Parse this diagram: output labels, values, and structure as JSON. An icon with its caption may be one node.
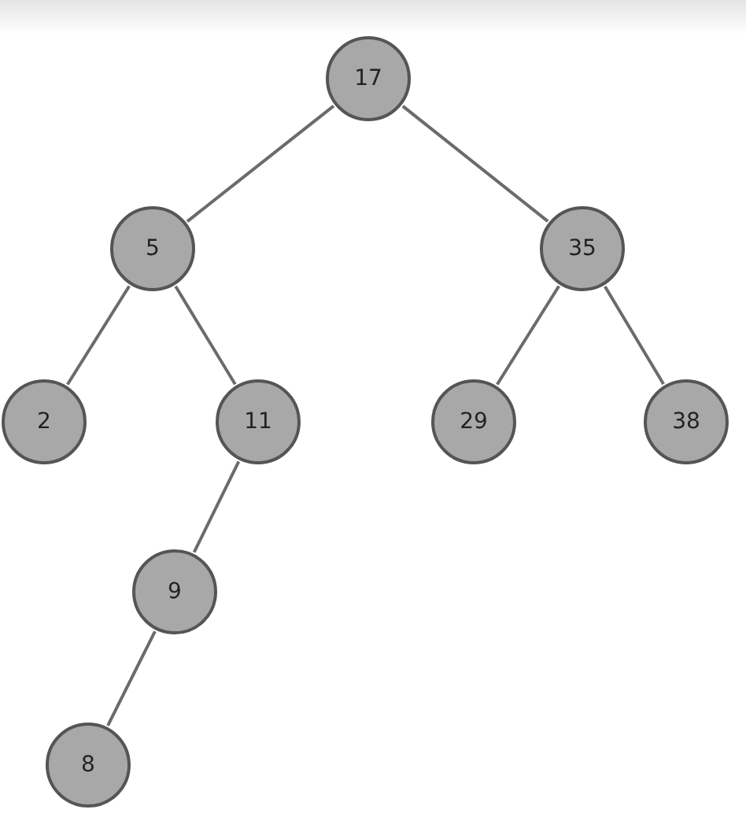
{
  "diagram": {
    "nodes": [
      {
        "text": [
          "17"
        ]
      },
      {
        "text": [
          "5"
        ]
      },
      {
        "text": [
          "35"
        ]
      },
      {
        "text": [
          "2"
        ]
      },
      {
        "text": [
          "11"
        ]
      },
      {
        "text": [
          "29"
        ]
      },
      {
        "text": [
          "38"
        ]
      },
      {
        "text": [
          "9"
        ]
      },
      {
        "text": [
          "8"
        ]
      }
    ],
    "edges": [
      {
        "from": 0,
        "to": 1,
        "arrow": "none"
      },
      {
        "from": 0,
        "to": 2,
        "arrow": "none"
      },
      {
        "from": 1,
        "to": 3,
        "arrow": "none"
      },
      {
        "from": 1,
        "to": 4,
        "arrow": "none"
      },
      {
        "from": 2,
        "to": 5,
        "arrow": "none"
      },
      {
        "from": 2,
        "to": 6,
        "arrow": "none"
      },
      {
        "from": 4,
        "to": 7,
        "arrow": "none"
      },
      {
        "from": 7,
        "to": 8,
        "arrow": "none"
      }
    ]
  }
}
